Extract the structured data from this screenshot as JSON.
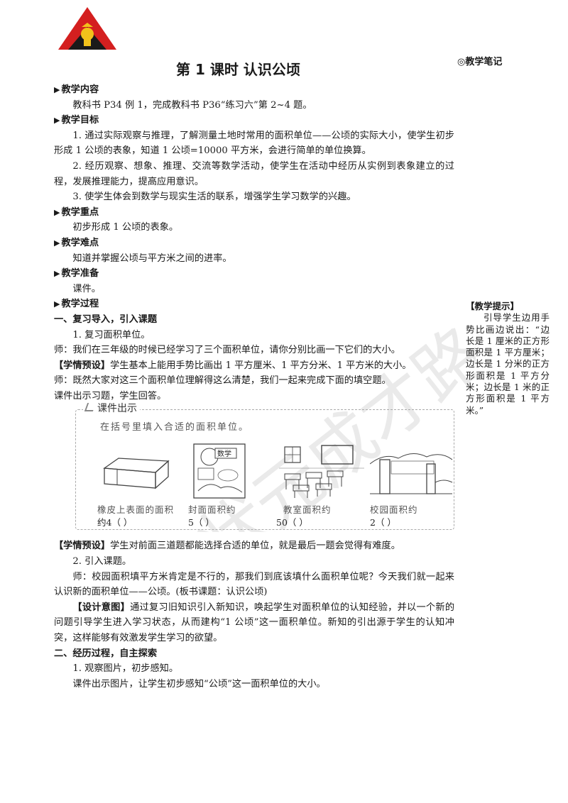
{
  "header": {
    "logo_text": "",
    "title": "第 1 课时  认识公顷",
    "notes_label": "◎教学笔记"
  },
  "sections": {
    "content_head": "教学内容",
    "content_text": "教科书 P34 例 1，完成教科书 P36“练习六”第 2~4 题。",
    "goals_head": "教学目标",
    "goal1": "1. 通过实际观察与推理，了解测量土地时常用的面积单位——公顷的实际大小，使学生初步形成 1 公顷的表象，知道 1 公顷=10000 平方米，会进行简单的单位换算。",
    "goal2": "2. 经历观察、想象、推理、交流等数学活动，使学生在活动中经历从实例到表象建立的过程，发展推理能力，提高应用意识。",
    "goal3": "3. 使学生体会到数学与现实生活的联系，增强学生学习数学的兴趣。",
    "key_head": "教学重点",
    "key_text": "初步形成 1 公顷的表象。",
    "difficult_head": "教学难点",
    "difficult_text": "知道并掌握公顷与平方米之间的进率。",
    "prep_head": "教学准备",
    "prep_text": "课件。",
    "process_head": "教学过程"
  },
  "part1": {
    "heading": "一、复习导入，引入课题",
    "step1": "1. 复习面积单位。",
    "teacher1": "师：我们在三年级的时候已经学习了三个面积单位，请你分别比画一下它们的大小。",
    "preset_tag": "【学情预设】",
    "preset1_text": "学生基本上能用手势比画出 1 平方厘米、1 平方分米、1 平方米的大小。",
    "teacher2": "师：既然大家对这三个面积单位理解得这么清楚，我们一起来完成下面的填空题。",
    "courseware": "课件出示习题，学生回答。",
    "preset2_text": "学生对前面三道题都能选择合适的单位，就是最后一题会觉得有难度。",
    "step2": "2. 引入课题。",
    "teacher3": "师：校园面积填平方米肯定是不行的，那我们到底该填什么面积单位呢？今天我们就一起来认识新的面积单位——公顷。(板书课题：认识公顷)",
    "intent_tag": "【设计意图】",
    "intent_text": "通过复习旧知识引入新知识，唤起学生对面积单位的认知经验，并以一个新的问题引导学生进入学习状态，从而建构“1 公顷”这一面积单位。新知的引出源于学生的认知冲突，这样能够有效激发学生学习的欲望。"
  },
  "exercise": {
    "header": "课件出示",
    "instruction": "在括号里填入合适的面积单位。",
    "items": [
      {
        "label": "橡皮上表面的面积",
        "answer": "约4（        ）"
      },
      {
        "label": "封面面积约",
        "answer": "5（        ）"
      },
      {
        "label": "教室面积约",
        "answer": "50（        ）"
      },
      {
        "label": "校园面积约",
        "answer": "2（        ）"
      }
    ],
    "book_word": "数学"
  },
  "part2": {
    "heading": "二、经历过程，自主探索",
    "step1": "1. 观察图片，初步感知。",
    "text": "课件出示图片，让学生初步感知“公顷”这一面积单位的大小。"
  },
  "sidebar": {
    "title": "【教学提示】",
    "body": "引导学生边用手势比画边说出：“边长是 1 厘米的正方形面积是 1 平方厘米；边长是 1 分米的正方形面积是 1 平方分米；边长是 1 米的正方形面积是 1 平方米。”"
  },
  "watermark": {
    "text": "状元成才路"
  }
}
